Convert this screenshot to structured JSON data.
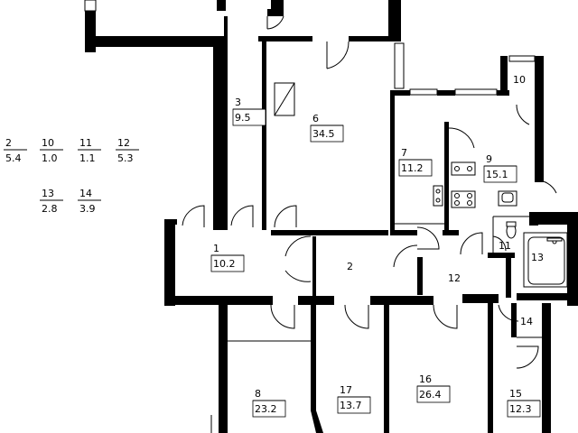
{
  "colors": {
    "wall": "#000000",
    "thin_line": "#000000",
    "background": "#ffffff",
    "window_fill": "#ffffff"
  },
  "rooms": [
    {
      "id": "r1",
      "number": "1",
      "area": "10.2",
      "boxed": true
    },
    {
      "id": "r2",
      "number": "2",
      "area": "",
      "boxed": false
    },
    {
      "id": "r3",
      "number": "3",
      "area": "9.5",
      "boxed": true
    },
    {
      "id": "r6",
      "number": "6",
      "area": "34.5",
      "boxed": true
    },
    {
      "id": "r7",
      "number": "7",
      "area": "11.2",
      "boxed": true
    },
    {
      "id": "r8",
      "number": "8",
      "area": "23.2",
      "boxed": true
    },
    {
      "id": "r9",
      "number": "9",
      "area": "15.1",
      "boxed": true
    },
    {
      "id": "r10",
      "number": "10",
      "area": "",
      "boxed": false
    },
    {
      "id": "r11",
      "number": "11",
      "area": "",
      "boxed": false
    },
    {
      "id": "r12",
      "number": "12",
      "area": "",
      "boxed": false
    },
    {
      "id": "r13",
      "number": "13",
      "area": "",
      "boxed": false
    },
    {
      "id": "r14",
      "number": "14",
      "area": "",
      "boxed": false
    },
    {
      "id": "r15",
      "number": "15",
      "area": "12.3",
      "boxed": true
    },
    {
      "id": "r16",
      "number": "16",
      "area": "26.4",
      "boxed": true
    },
    {
      "id": "r17",
      "number": "17",
      "area": "13.7",
      "boxed": true
    }
  ],
  "legend": [
    {
      "number": "2",
      "area": "5.4"
    },
    {
      "number": "10",
      "area": "1.0"
    },
    {
      "number": "11",
      "area": "1.1"
    },
    {
      "number": "12",
      "area": "5.3"
    },
    {
      "number": "13",
      "area": "2.8"
    },
    {
      "number": "14",
      "area": "3.9"
    }
  ]
}
